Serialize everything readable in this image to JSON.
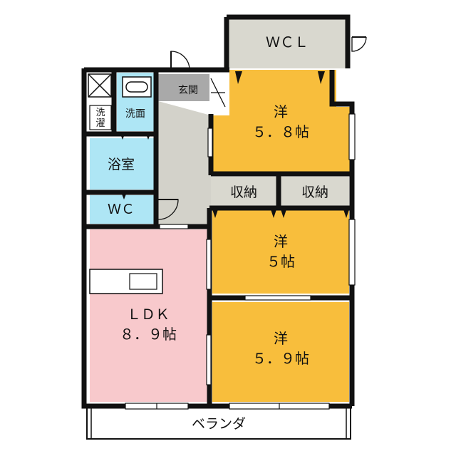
{
  "rooms": {
    "wcl": "ＷＣＬ",
    "bedroom_top": {
      "type": "洋",
      "size": "５．８帖"
    },
    "storage_left": "収納",
    "storage_right": "収納",
    "bedroom_mid": {
      "type": "洋",
      "size": "５帖"
    },
    "bedroom_bottom": {
      "type": "洋",
      "size": "５．９帖"
    },
    "ldk": {
      "type": "ＬＤＫ",
      "size": "８．９帖"
    },
    "entrance": "玄関",
    "washroom": "洗面",
    "laundry": "洗\n濯",
    "bath": "浴室",
    "wc": "ＷＣ",
    "veranda": "ベランダ"
  },
  "colors": {
    "bedroom": "#f8be3c",
    "ldk": "#f8c9cc",
    "wet_area": "#aee6f5",
    "storage": "#d9d8cf",
    "hall": "#d3d2ca",
    "entrance": "#a9a9a9",
    "wall": "#111111"
  }
}
